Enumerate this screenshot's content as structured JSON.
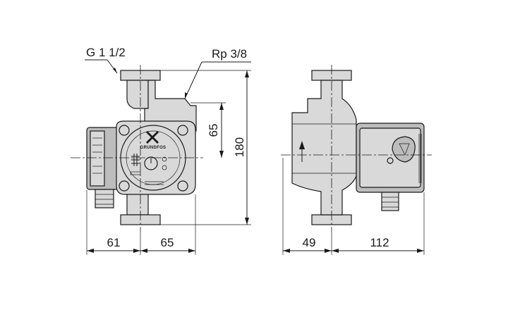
{
  "labels": {
    "inlet_thread": "G 1 1/2",
    "port_thread": "Rp 3/8",
    "brand_logo": "GRUNDFOS"
  },
  "dimensions": {
    "height_total": "180",
    "port_offset": "65",
    "front_left": "61",
    "front_right": "65",
    "side_left": "49",
    "side_right": "112"
  },
  "colors": {
    "body_fill": "#d9d9d9",
    "line": "#1a1a1a"
  }
}
